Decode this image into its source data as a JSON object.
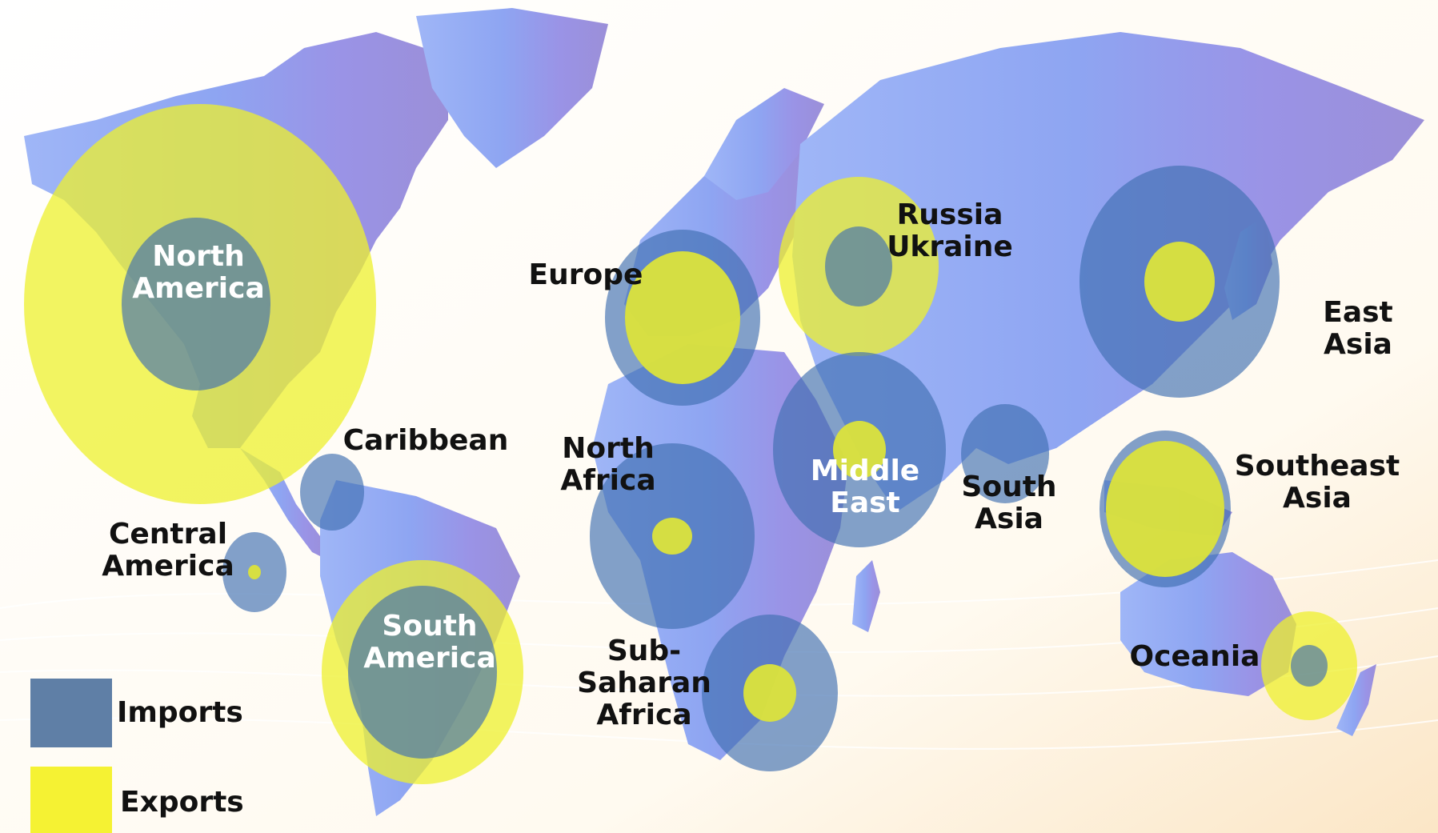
{
  "map": {
    "legend": {
      "imports": {
        "label": "Imports",
        "color": "#5f7fa6"
      },
      "exports": {
        "label": "Exports",
        "color": "#f5f233"
      }
    },
    "colors": {
      "land": "#8d9cef",
      "land_light": "#a6bff5",
      "land_dark": "#8f7fd6",
      "imports": "#3f6fb0",
      "exports": "#eef02e",
      "label_dark": "#111111",
      "label_light": "#ffffff"
    },
    "regions": [
      {
        "id": "north-america",
        "lines": [
          "North",
          "America"
        ],
        "import_size": "large",
        "export_size": "very-large",
        "text_color": "light"
      },
      {
        "id": "caribbean",
        "lines": [
          "Caribbean"
        ],
        "import_size": "small",
        "export_size": "none",
        "text_color": "dark"
      },
      {
        "id": "central-america",
        "lines": [
          "Central",
          "America"
        ],
        "import_size": "small",
        "export_size": "tiny",
        "text_color": "dark"
      },
      {
        "id": "south-america",
        "lines": [
          "South",
          "America"
        ],
        "import_size": "medium",
        "export_size": "large",
        "text_color": "light"
      },
      {
        "id": "europe",
        "lines": [
          "Europe"
        ],
        "import_size": "medium",
        "export_size": "medium",
        "text_color": "dark"
      },
      {
        "id": "russia-ukraine",
        "lines": [
          "Russia",
          "Ukraine"
        ],
        "import_size": "small",
        "export_size": "medium",
        "text_color": "dark"
      },
      {
        "id": "north-africa",
        "lines": [
          "North",
          "Africa"
        ],
        "import_size": "medium",
        "export_size": "tiny",
        "text_color": "dark"
      },
      {
        "id": "sub-saharan-africa",
        "lines": [
          "Sub-",
          "Saharan",
          "Africa"
        ],
        "import_size": "medium",
        "export_size": "small",
        "text_color": "dark"
      },
      {
        "id": "middle-east",
        "lines": [
          "Middle",
          "East"
        ],
        "import_size": "medium",
        "export_size": "small",
        "text_color": "light"
      },
      {
        "id": "south-asia",
        "lines": [
          "South",
          "Asia"
        ],
        "import_size": "small",
        "export_size": "none",
        "text_color": "dark"
      },
      {
        "id": "east-asia",
        "lines": [
          "East",
          "Asia"
        ],
        "import_size": "large",
        "export_size": "small",
        "text_color": "dark"
      },
      {
        "id": "southeast-asia",
        "lines": [
          "Southeast",
          "Asia"
        ],
        "import_size": "medium",
        "export_size": "medium",
        "text_color": "dark"
      },
      {
        "id": "oceania",
        "lines": [
          "Oceania"
        ],
        "import_size": "tiny",
        "export_size": "small",
        "text_color": "dark"
      }
    ]
  }
}
